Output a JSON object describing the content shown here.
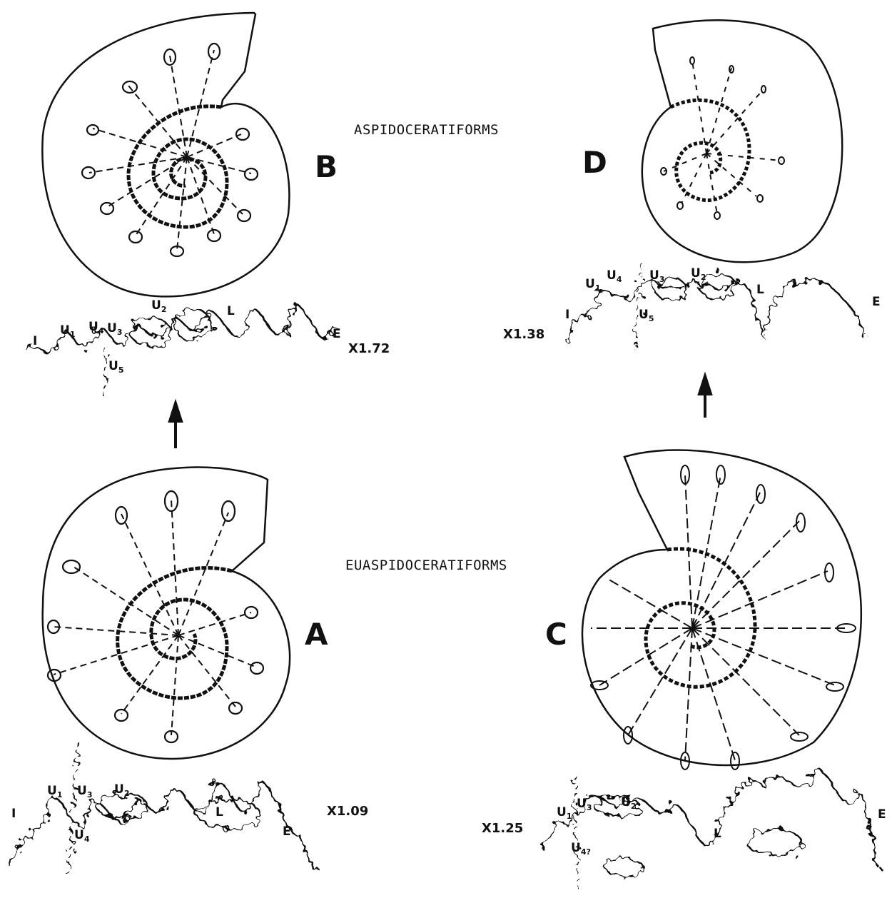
{
  "group_labels": {
    "upper": "ASPIDOCERATIFORMS",
    "lower": "EUASPIDOCERATIFORMS"
  },
  "panels": {
    "A": {
      "letter": "A",
      "magnification": "X1.09"
    },
    "B": {
      "letter": "B",
      "magnification": "X1.72"
    },
    "C": {
      "letter": "C",
      "magnification": "X1.25"
    },
    "D": {
      "letter": "D",
      "magnification": "X1.38"
    }
  },
  "suture_labels": {
    "I": "I",
    "L": "L",
    "E": "E",
    "U": "U",
    "n1": "1",
    "n2": "2",
    "n3": "3",
    "n4": "4",
    "n5": "5",
    "n4q": "4?"
  },
  "colors": {
    "ink": "#111111",
    "paper": "#ffffff"
  }
}
